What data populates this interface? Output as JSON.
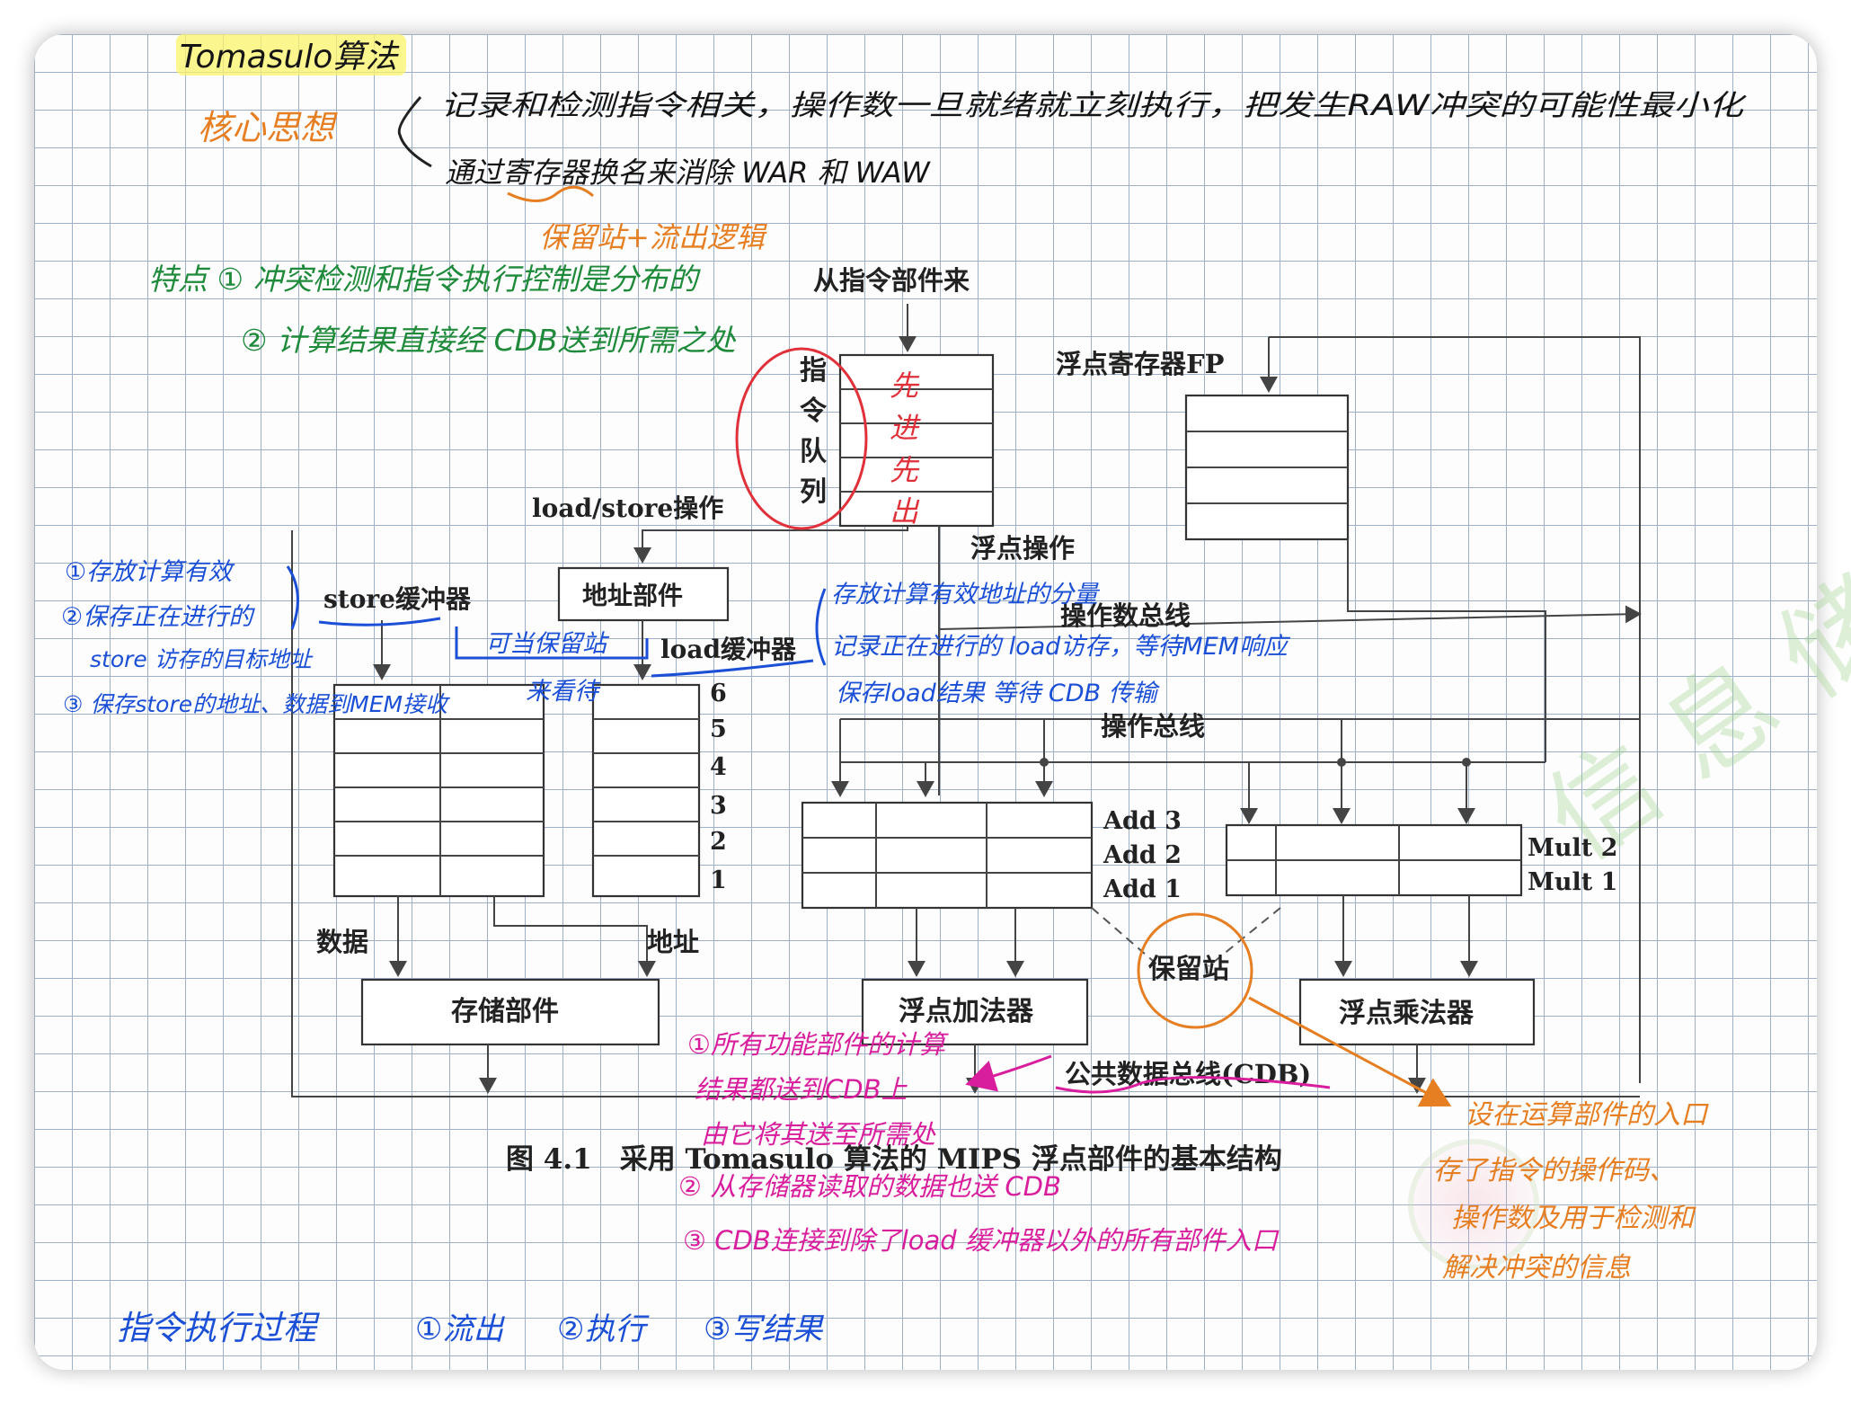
{
  "notes": {
    "title": "Tomasulo算法",
    "core_label": "核心思想",
    "core_1": "记录和检测指令相关，操作数一旦就绪就立刻执行，把发生RAW冲突的可能性最小化",
    "core_2": "通过寄存器换名来消除 WAR 和 WAW",
    "core_2_note": "保留站+流出逻辑",
    "feature_1": "特点 ① 冲突检测和指令执行控制是分布的",
    "feature_2": "② 计算结果直接经 CDB送到所需之处",
    "fifo": [
      "先",
      "进",
      "先",
      "出"
    ],
    "store_buf_1": "①存放计算有效",
    "store_buf_2": "②保存正在进行的",
    "store_buf_3": "store 访存的目标地址",
    "store_buf_4": "③ 保存store的地址、数据到MEM接收",
    "rs_view_1": "可当保留站",
    "rs_view_2": "来看待",
    "load_buf_1": "存放计算有效地址的分量",
    "load_buf_2": "记录正在进行的 load访存，等待MEM响应",
    "load_buf_3": "保存load结果 等待 CDB 传输",
    "cdb_1a": "①所有功能部件的计算",
    "cdb_1b": "结果都送到CDB上",
    "cdb_1c": "由它将其送至所需处",
    "cdb_2": "② 从存储器读取的数据也送 CDB",
    "cdb_3": "③ CDB连接到除了load 缓冲器以外的所有部件入口",
    "rs_1": "设在运算部件的入口",
    "rs_2": "存了指令的操作码、",
    "rs_3": "操作数及用于检测和",
    "rs_4": "解决冲突的信息",
    "process": "指令执行过程",
    "step_1": "①流出",
    "step_2": "②执行",
    "step_3": "③写结果"
  },
  "diagram": {
    "from_iu": "从指令部件来",
    "iq": [
      "指",
      "令",
      "队",
      "列"
    ],
    "fp_regs": "浮点寄存器FP",
    "ls_ops": "load/store操作",
    "fp_ops": "浮点操作",
    "store_buffer": "store缓冲器",
    "address_unit": "地址部件",
    "load_buffer": "load缓冲器",
    "load_nums": [
      "6",
      "5",
      "4",
      "3",
      "2",
      "1"
    ],
    "operand_bus": "操作数总线",
    "op_bus": "操作总线",
    "add_rs": [
      "Add 3",
      "Add 2",
      "Add 1"
    ],
    "mult_rs": [
      "Mult 2",
      "Mult 1"
    ],
    "data": "数据",
    "addr": "地址",
    "memory": "存储部件",
    "fp_adder": "浮点加法器",
    "rs": "保留站",
    "fp_mult": "浮点乘法器",
    "cdb": "公共数据总线(CDB)",
    "caption": "图 4.1　采用 Tomasulo 算法的 MIPS 浮点部件的基本结构"
  }
}
